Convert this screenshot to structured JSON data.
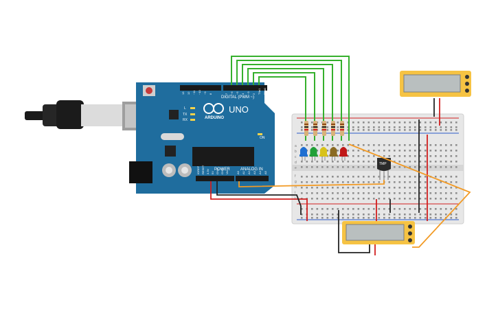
{
  "arduino": {
    "brand": "ARDUINO",
    "model": "UNO",
    "digital_label": "DIGITAL (PWM ~)",
    "power_label": "POWER",
    "analog_label": "ANALOG IN",
    "led_labels": [
      "L",
      "TX",
      "RX"
    ],
    "on_label": "ON",
    "digital_pins": [
      "13",
      "12",
      "~11",
      "~10",
      "~9",
      "8",
      "7",
      "~6",
      "~5",
      "4",
      "~3",
      "2",
      "TX▸1",
      "RX◂0"
    ],
    "power_pins": [
      "IOREF",
      "RESET",
      "3.3V",
      "5V",
      "GND",
      "GND",
      "Vin"
    ],
    "analog_pins": [
      "A0",
      "A1",
      "A2",
      "A3",
      "A4",
      "A5"
    ]
  },
  "sensor": {
    "label": "TMP"
  },
  "leds": [
    {
      "color": "#1f6fd1",
      "name": "blue"
    },
    {
      "color": "#21a038",
      "name": "green"
    },
    {
      "color": "#d8c21a",
      "name": "yellow"
    },
    {
      "color": "#8a6a22",
      "name": "brown"
    },
    {
      "color": "#c01818",
      "name": "red"
    }
  ],
  "breadboard": {
    "row_letters_top": [
      "a",
      "b",
      "c",
      "d",
      "e"
    ],
    "row_letters_bottom": [
      "f",
      "g",
      "h",
      "i",
      "j"
    ]
  },
  "colors": {
    "board": "#1f6d9e",
    "wire_green": "#35b02c",
    "wire_orange": "#f29a24",
    "wire_red": "#d21f1f",
    "wire_black": "#222222",
    "breadboard": "#e7e7e7",
    "lcd_frame": "#f6c343"
  }
}
